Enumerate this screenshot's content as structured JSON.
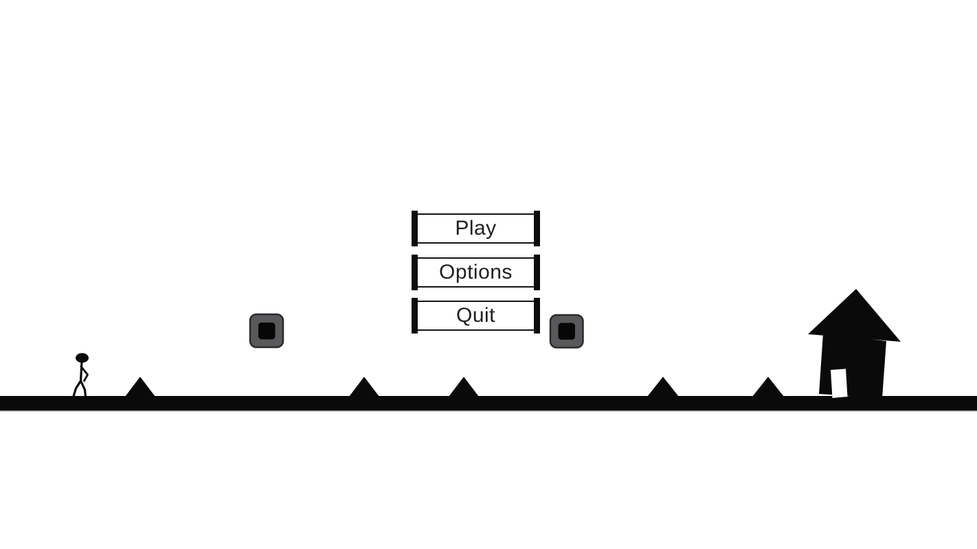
{
  "menu": {
    "buttons": [
      {
        "id": "play",
        "label": "Play"
      },
      {
        "id": "options",
        "label": "Options"
      },
      {
        "id": "quit",
        "label": "Quit"
      }
    ]
  },
  "scene": {
    "objects": [
      "stickman-character",
      "crate-left",
      "crate-right",
      "spikes",
      "house",
      "ground"
    ],
    "spike_count": 5
  },
  "colors": {
    "background": "#ffffff",
    "silhouette": "#0a0a0a",
    "crate_fill": "#59595b",
    "crate_border": "#2a2a2d",
    "crate_inner": "#070707",
    "door_fill": "#ffffff",
    "ground_edge": "#8a8a8a",
    "button_background": "#ffffff",
    "button_border": "#141414",
    "button_text": "#202020"
  }
}
